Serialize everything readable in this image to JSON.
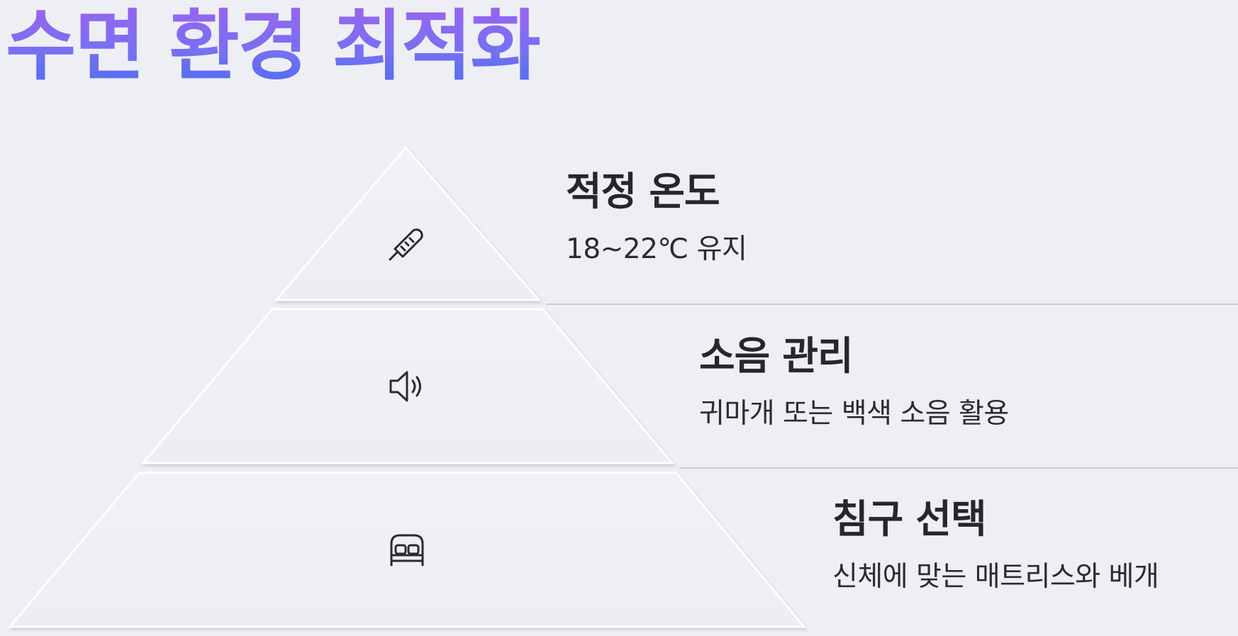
{
  "title": "수면 환경 최적화",
  "tiers": [
    {
      "title": "적정 온도",
      "description": "18~22℃ 유지",
      "icon": "thermometer-icon"
    },
    {
      "title": "소음 관리",
      "description": "귀마개 또는 백색 소음 활용",
      "icon": "speaker-icon"
    },
    {
      "title": "침구 선택",
      "description": "신체에 맞는 매트리스와 베개",
      "icon": "bed-icon"
    }
  ],
  "colors": {
    "background": "#eeeff4",
    "title_gradient_top": "#9b63f0",
    "title_gradient_bottom": "#4c6cf0",
    "text": "#26262b",
    "divider": "#c9cad6"
  }
}
